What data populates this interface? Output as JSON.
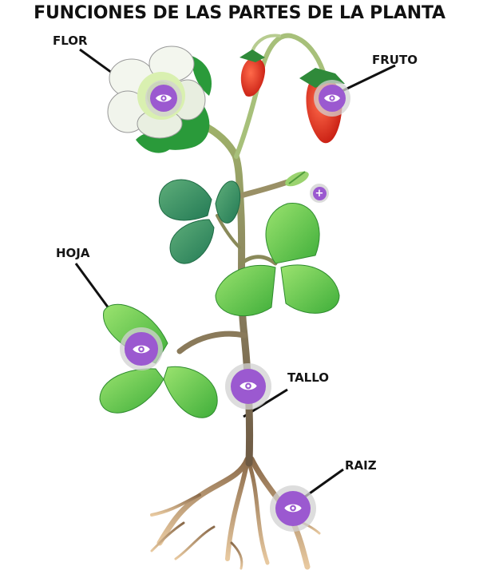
{
  "title": "FUNCIONES DE LAS PARTES DE LA PLANTA",
  "labels": {
    "flor": "FLOR",
    "fruto": "FRUTO",
    "hoja": "HOJA",
    "tallo": "TALLO",
    "raiz": "RAIZ"
  },
  "plus_button": {
    "icon": "plus-icon",
    "symbol": "+"
  },
  "hotspot_icon": "eye-icon",
  "colors": {
    "accent_purple": "#9b59d0",
    "halo": "#d2d2d2",
    "leaf_light": "#7ed957",
    "leaf_dark": "#2e8b57",
    "stem": "#8a7a5a",
    "strawberry": "#e0301e",
    "root": "#b08860"
  }
}
